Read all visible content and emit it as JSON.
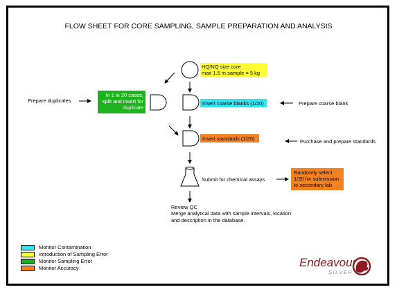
{
  "title": "FLOW SHEET FOR CORE SAMPLING, SAMPLE PREPARATION AND ANALYSIS",
  "colors": {
    "cyan": "#33e5f0",
    "yellow": "#ffff33",
    "green": "#1fb21f",
    "orange": "#f58220"
  },
  "boxes": {
    "core": [
      "HQ/NQ size core",
      "max 1.5 m sample  = 5 kg"
    ],
    "duplicates": [
      "In 1 in 20 cases,",
      "split and insert for",
      "duplicate"
    ],
    "coarse_blanks": "Insert coarse blanks (1/20)",
    "standards": "Insert standards (1/20)",
    "random": [
      "Randomly select",
      "1/20 for submission",
      "to secondary lab"
    ]
  },
  "labels": {
    "prepare_duplicates": "Prepare duplicates",
    "prepare_coarse_blank": "Prepare coarse blank",
    "purchase_standards": "Purchase and prepare standards",
    "submit": "Submit for chemical assays",
    "review_qc": "Review QC",
    "merge": [
      "Merge analytical data with sample intervals, location",
      "and description in the database."
    ]
  },
  "legend": [
    {
      "label": "Monitor Contamination",
      "color": "#33e5f0"
    },
    {
      "label": "Introduction of Sampling Error",
      "color": "#ffff33"
    },
    {
      "label": "Monitor Sampling Error",
      "color": "#1fb21f"
    },
    {
      "label": "Monitor Accuracy",
      "color": "#f58220"
    }
  ],
  "logo": {
    "name": "Endeavour",
    "sub": "SILVER"
  }
}
